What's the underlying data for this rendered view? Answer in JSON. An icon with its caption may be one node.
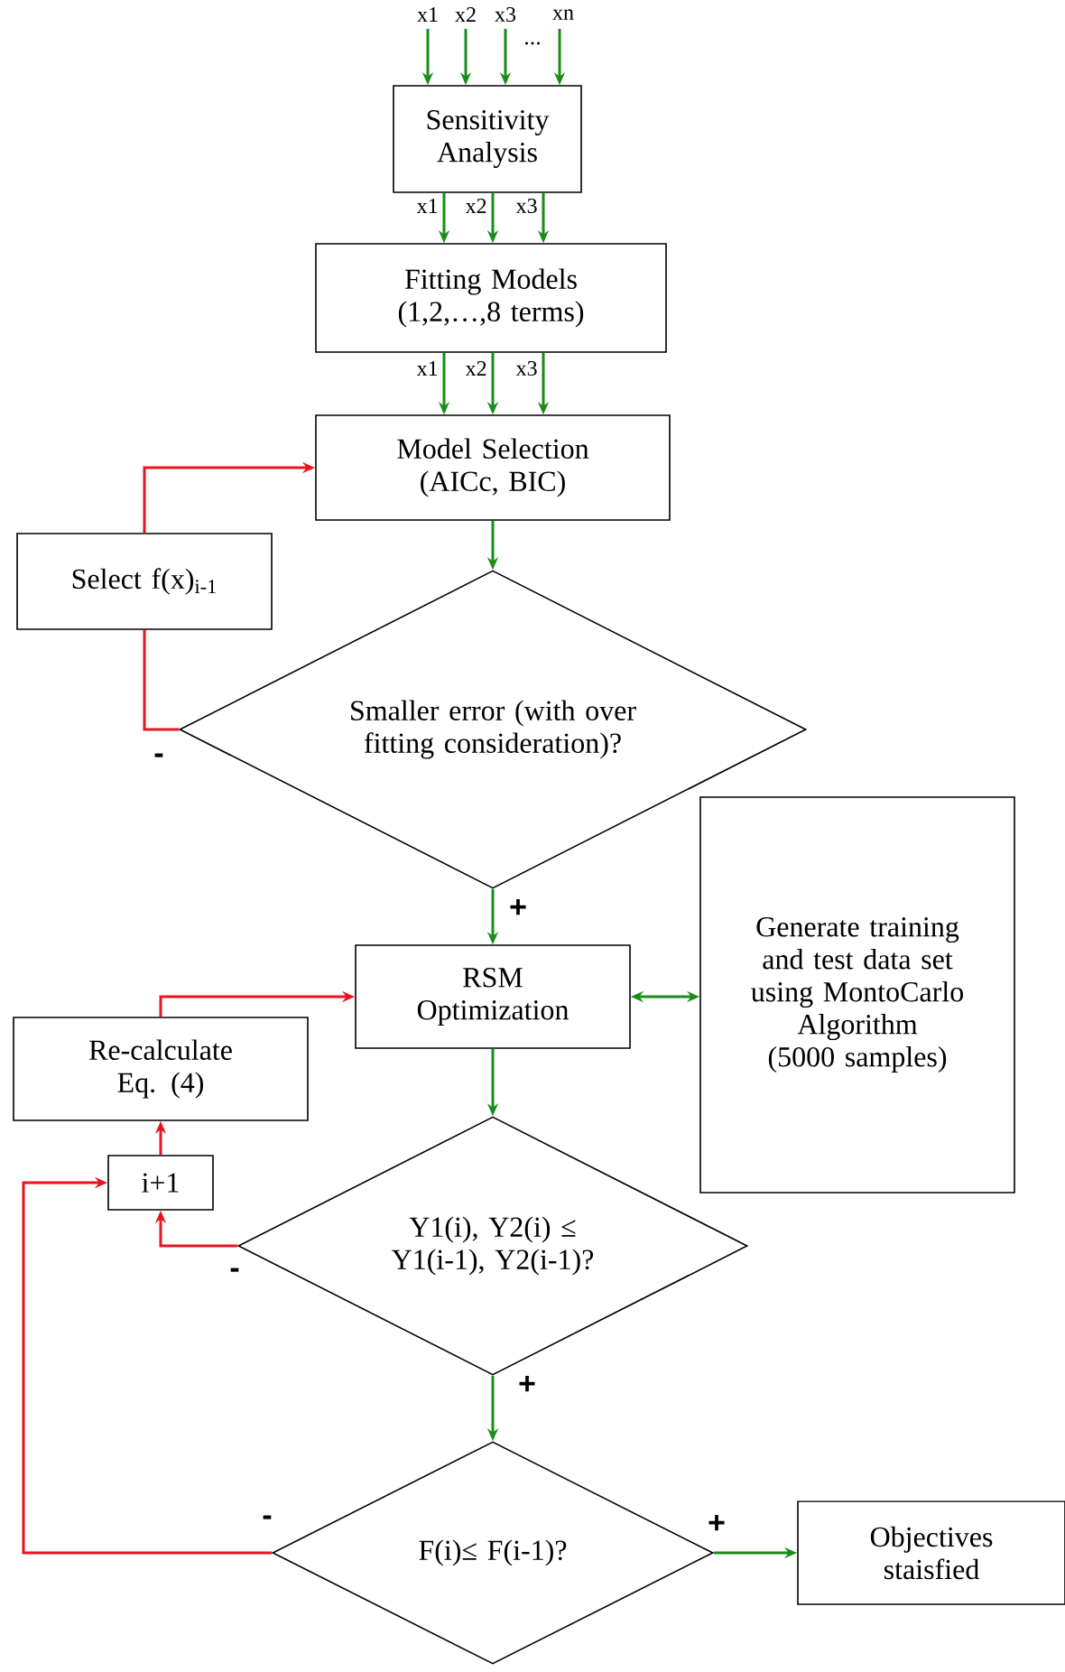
{
  "diagram": {
    "nodes": [
      {
        "text": [
          "Sensitivity Analysis"
        ]
      },
      {
        "text": [
          "Fitting Models (1,2,…,8 terms)"
        ]
      },
      {
        "text": [
          "Model Selection (AICc, BIC)"
        ]
      },
      {
        "text": [
          "Select f(x)$_{i-1}$"
        ]
      },
      {
        "text": [
          "Smaller error (with over fitting consideration)?"
        ]
      },
      {
        "text": [
          "RSM Optimization"
        ]
      },
      {
        "text": [
          "Generate training and test data set using MontoCarlo Algorithm (5000 samples)"
        ]
      },
      {
        "text": [
          "Re-calculate Eq. (4)"
        ]
      },
      {
        "text": [
          "i+1"
        ]
      },
      {
        "text": [
          "Y1(i), Y2(i) ≤ Y1(i-1), Y2(i-1)?"
        ]
      },
      {
        "text": [
          "F(i)≤ F(i-1)?"
        ]
      },
      {
        "text": [
          "Objectives staisfied"
        ]
      }
    ],
    "edges": [
      {
        "from": null,
        "to": 0,
        "arrow": "to",
        "label": "x1"
      },
      {
        "from": null,
        "to": 0,
        "arrow": "to",
        "label": "x2"
      },
      {
        "from": null,
        "to": 0,
        "arrow": "to",
        "label": "x3"
      },
      {
        "from": null,
        "to": 0,
        "arrow": "to",
        "label": "xn"
      },
      {
        "from": 0,
        "to": 1,
        "arrow": "to",
        "label": "x1"
      },
      {
        "from": 0,
        "to": 1,
        "arrow": "to",
        "label": "x2"
      },
      {
        "from": 0,
        "to": 1,
        "arrow": "to",
        "label": "x3"
      },
      {
        "from": 1,
        "to": 2,
        "arrow": "to",
        "label": "x1"
      },
      {
        "from": 1,
        "to": 2,
        "arrow": "to",
        "label": "x2"
      },
      {
        "from": 1,
        "to": 2,
        "arrow": "to",
        "label": "x3"
      },
      {
        "from": 2,
        "to": 4,
        "arrow": "to"
      },
      {
        "from": 4,
        "to": 3,
        "arrow": "none",
        "label": "-",
        "color": "#e8141e"
      },
      {
        "from": 3,
        "to": 2,
        "arrow": "to",
        "color": "#e8141e"
      },
      {
        "from": 4,
        "to": 5,
        "arrow": "to",
        "label": "+"
      },
      {
        "from": 5,
        "to": 6,
        "arrow": "both"
      },
      {
        "from": 5,
        "to": 9,
        "arrow": "to"
      },
      {
        "from": 9,
        "to": 8,
        "arrow": "to",
        "label": "-",
        "color": "#e8141e"
      },
      {
        "from": 8,
        "to": 7,
        "arrow": "to",
        "color": "#e8141e"
      },
      {
        "from": 7,
        "to": 5,
        "arrow": "to",
        "color": "#e8141e"
      },
      {
        "from": 9,
        "to": 10,
        "arrow": "to",
        "label": "+"
      },
      {
        "from": 10,
        "to": 8,
        "arrow": "to",
        "label": "-",
        "color": "#e8141e"
      },
      {
        "from": 10,
        "to": 11,
        "arrow": "to",
        "label": "+"
      }
    ],
    "labels": [
      "..."
    ]
  }
}
